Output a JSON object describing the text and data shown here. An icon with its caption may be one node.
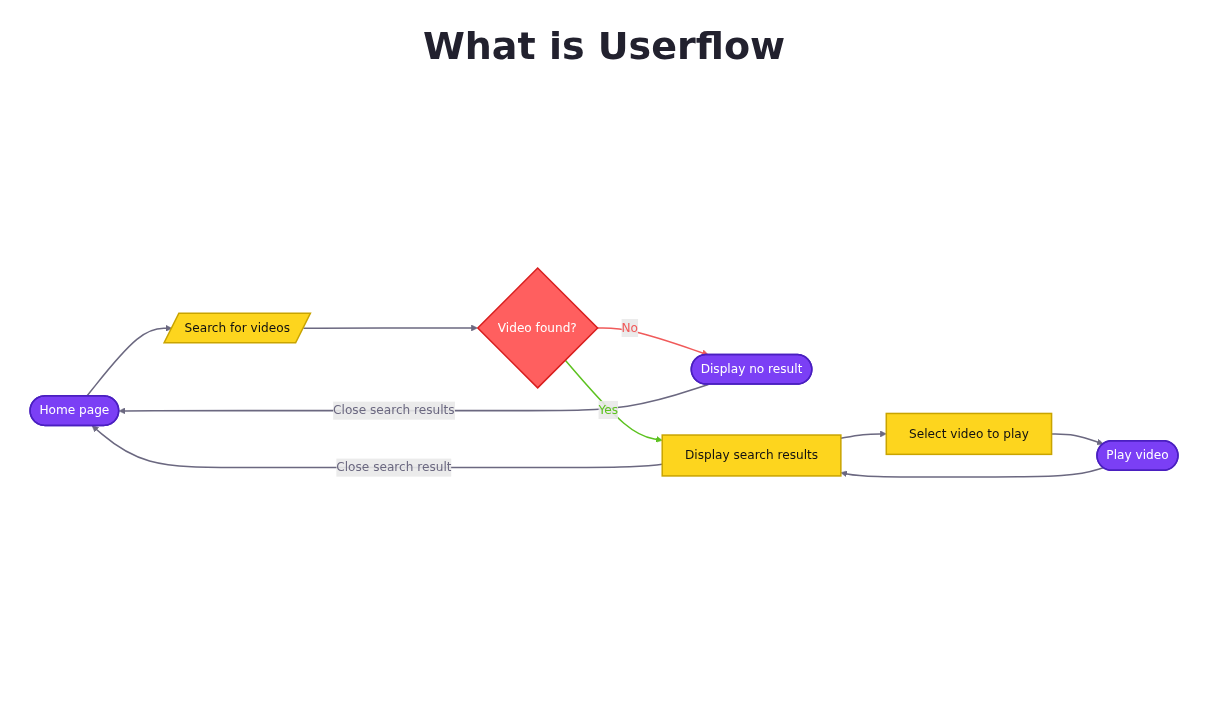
{
  "diagram": {
    "title": "What is Userflow",
    "nodes": [
      {
        "text": [
          "Home page"
        ]
      },
      {
        "text": [
          "Search for videos"
        ]
      },
      {
        "text": [
          "Video found?"
        ]
      },
      {
        "text": [
          "Display no result"
        ]
      },
      {
        "text": [
          "Display search results"
        ]
      },
      {
        "text": [
          "Select video to play"
        ]
      },
      {
        "text": [
          "Play video"
        ]
      }
    ],
    "edges": [
      {
        "from": 0,
        "to": 1,
        "arrow": "to"
      },
      {
        "from": 1,
        "to": 2,
        "arrow": "to"
      },
      {
        "from": 2,
        "to": 3,
        "arrow": "to",
        "label": "No",
        "color": "#f05a5a"
      },
      {
        "from": 2,
        "to": 4,
        "arrow": "to",
        "label": "Yes",
        "color": "#5cc21f"
      },
      {
        "from": 3,
        "to": 0,
        "arrow": "to",
        "label": "Close search results"
      },
      {
        "from": 4,
        "to": 0,
        "arrow": "to",
        "label": "Close search result"
      },
      {
        "from": 4,
        "to": 5,
        "arrow": "to"
      },
      {
        "from": 5,
        "to": 6,
        "arrow": "to"
      },
      {
        "from": 6,
        "to": 4,
        "arrow": "to"
      }
    ]
  }
}
